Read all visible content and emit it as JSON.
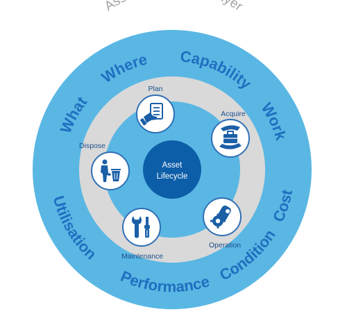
{
  "diagram": {
    "layer_title": "Asset Information Layer",
    "center_label_line1": "Asset",
    "center_label_line2": "Lifecycle",
    "stages": {
      "plan": "Plan",
      "acquire": "Acquire",
      "operation": "Operation",
      "maintenance": "Maintenance",
      "dispose": "Dispose"
    },
    "info_words": {
      "what": "What",
      "where": "Where",
      "capability": "Capability",
      "work": "Work",
      "cost": "Cost",
      "condition": "Condition",
      "performance": "Performance",
      "utilisation": "Utilisation"
    },
    "icons": {
      "plan": "document-hand-icon",
      "acquire": "briefcase-hands-icon",
      "operation": "gear-tool-icon",
      "maintenance": "wrench-screwdriver-icon",
      "dispose": "person-trash-icon"
    }
  },
  "colors": {
    "outer_ring": "#5ab7e4",
    "outer_ring_dark": "#3aa3d8",
    "middle_ring": "#d9d9d9",
    "inner_disc": "#5ab7e4",
    "center_disc": "#0d5ea8",
    "icon_circle": "#ffffff",
    "icon_circle_border": "#2f6fb5",
    "icon_fill": "#1b5fa6",
    "arc_text": "#1f6fbf",
    "layer_title_text": "#a3a3a3",
    "stage_label_text": "#1b4f8a"
  }
}
